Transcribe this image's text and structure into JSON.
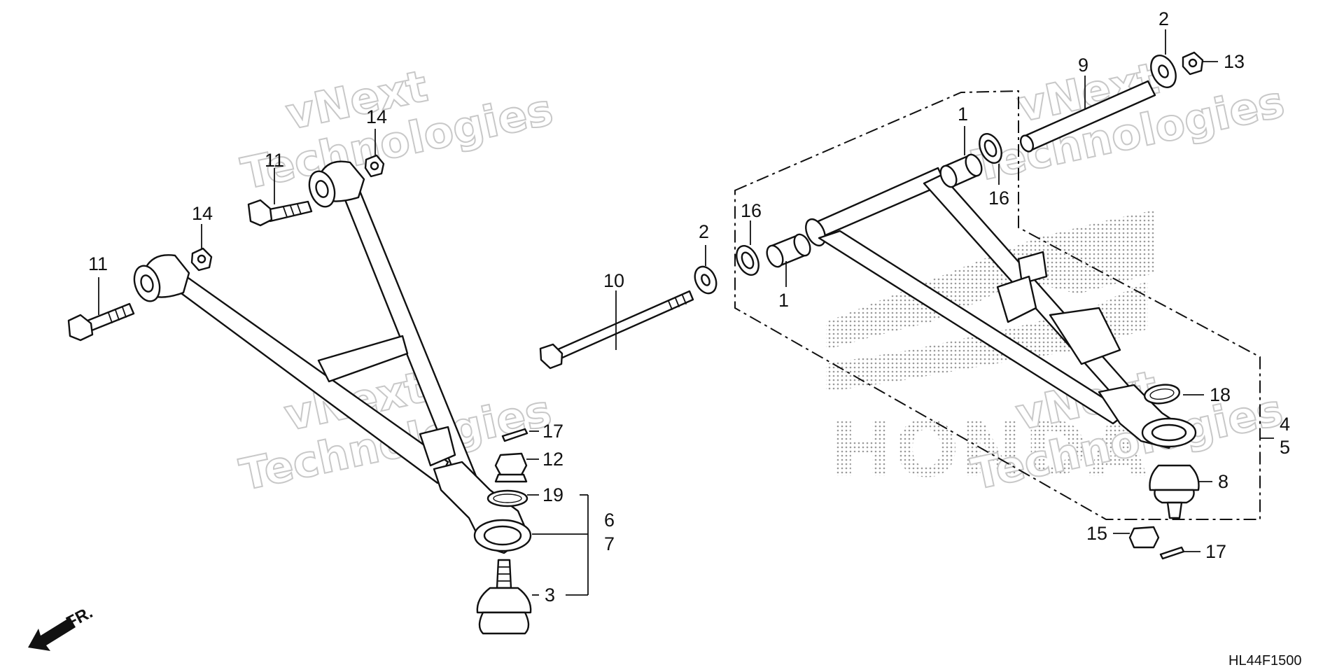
{
  "diagram": {
    "code": "HL44F1500",
    "direction_label": "FR.",
    "watermark": {
      "line1": "vNext",
      "line2": "Technologies"
    },
    "callouts": {
      "c1a": "1",
      "c1b": "1",
      "c2a": "2",
      "c2b": "2",
      "c3": "3",
      "c4": "4",
      "c5": "5",
      "c6": "6",
      "c7": "7",
      "c8": "8",
      "c9": "9",
      "c10": "10",
      "c11a": "11",
      "c11b": "11",
      "c12": "12",
      "c13": "13",
      "c14a": "14",
      "c14b": "14",
      "c15": "15",
      "c16a": "16",
      "c16b": "16",
      "c17a": "17",
      "c17b": "17",
      "c18": "18",
      "c19": "19"
    }
  }
}
